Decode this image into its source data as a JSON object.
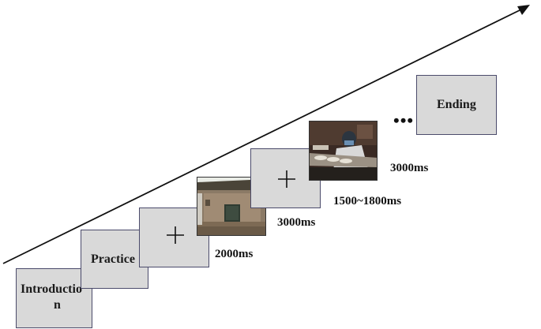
{
  "screens": {
    "introduction": {
      "label_line1": "Introductio",
      "label_line2": "n"
    },
    "practice": {
      "label": "Practice"
    },
    "fixation_1": {
      "symbol": "+"
    },
    "fixation_2": {
      "symbol": "+"
    },
    "ending": {
      "label": "Ending"
    }
  },
  "timings": {
    "fixation_1": "2000ms",
    "house_image": "3000ms",
    "fixation_2": "1500~1800ms",
    "worker_image": "3000ms"
  },
  "continuation": "•••",
  "images": {
    "house_image": "photo of an old brick house with tiled roof",
    "worker_image": "photo of a worker in mask crafting items"
  }
}
